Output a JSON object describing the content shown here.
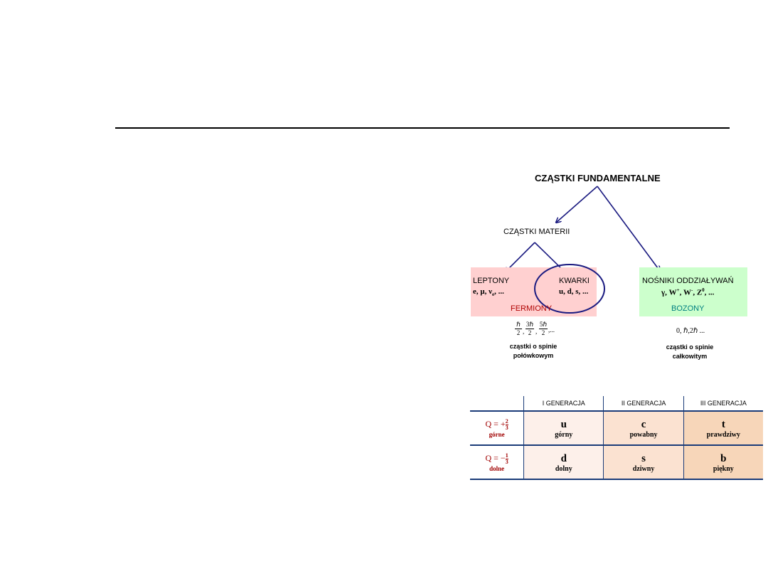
{
  "diagram": {
    "title": "CZĄSTKI FUNDAMENTALNE",
    "materii": "CZĄSTKI MATERII",
    "leptony": {
      "label": "LEPTONY",
      "examples": "e, μ, ν",
      "sub": "e",
      "rest": ", ..."
    },
    "kwarki": {
      "label": "KWARKI",
      "examples": "u, d, s, ..."
    },
    "nosniki": {
      "label": "NOŚNIKI ODDZIAŁYWAŃ",
      "examples": "γ, W",
      "wplus": "+",
      "wminus_pre": ", W",
      "wminus": "-",
      "z_pre": ", Z",
      "z0": "0",
      "rest": ", ..."
    },
    "fermiony": "FERMIONY",
    "bozony": "BOZONY",
    "fermion_spin": {
      "n1": "ℏ",
      "d1": "2",
      "n2": "3ℏ",
      "d2": "2",
      "n3": "5ℏ",
      "d3": "2",
      "tail": ",...",
      "text1": "cząstki o spinie",
      "text2": "połówkowym"
    },
    "boson_spin": {
      "values": "0, ℏ,2ℏ ...",
      "text1": "cząstki o spinie",
      "text2": "całkowitym"
    },
    "colors": {
      "arrow": "#1a1a80",
      "fermion_bg": "#ffd0d0",
      "boson_bg": "#ccffcc",
      "fermion_text": "#b00000",
      "boson_text": "#008080"
    }
  },
  "table": {
    "headers": [
      "I GENERACJA",
      "II GENERACJA",
      "III GENERACJA"
    ],
    "rows": [
      {
        "q_prefix": "Q  = +",
        "q_num": "2",
        "q_den": "3",
        "row_name": "górne",
        "cells": [
          {
            "sym": "u",
            "name": "górny"
          },
          {
            "sym": "c",
            "name": "powabny"
          },
          {
            "sym": "t",
            "name": "prawdziwy"
          }
        ]
      },
      {
        "q_prefix": "Q  = −",
        "q_num": "1",
        "q_den": "3",
        "row_name": "dolne",
        "cells": [
          {
            "sym": "d",
            "name": "dolny"
          },
          {
            "sym": "s",
            "name": "dziwny"
          },
          {
            "sym": "b",
            "name": "piękny"
          }
        ]
      }
    ]
  }
}
